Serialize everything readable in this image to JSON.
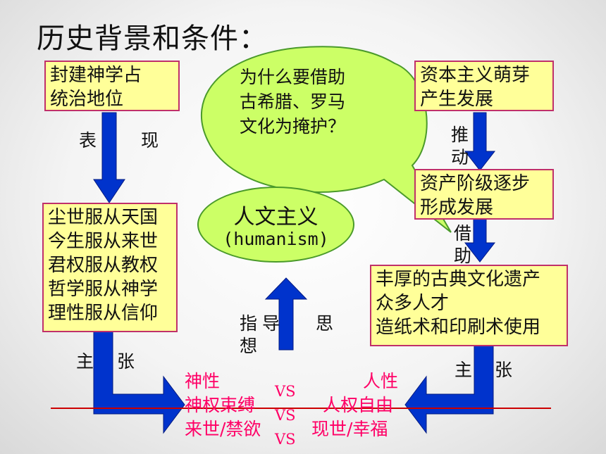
{
  "title": "历史背景和条件：",
  "left": {
    "top_box": [
      "封建神学占",
      "统治地位"
    ],
    "arrow_label_a": "表",
    "arrow_label_b": "现",
    "main_box": [
      "尘世服从天国",
      "今生服从来世",
      "君权服从教权",
      "哲学服从神学",
      "理性服从信仰"
    ],
    "arrow_label_c": "主",
    "arrow_label_d": "张"
  },
  "right": {
    "top_box": [
      "资本主义萌芽",
      "产生发展"
    ],
    "push_label": [
      "推",
      "动"
    ],
    "mid_box": [
      "资产阶级逐步",
      "形成发展"
    ],
    "borrow_label": [
      "借",
      "助"
    ],
    "main_box": [
      "丰厚的古典文化遗产",
      "众多人才",
      "造纸术和印刷术使用"
    ],
    "arrow_label_c": "主",
    "arrow_label_d": "张"
  },
  "bubble": [
    "为什么要借助",
    "古希腊、罗马",
    "文化为掩护？"
  ],
  "center": {
    "title": "人文主义",
    "subtitle": "(humanism)",
    "guide_label_a": "指",
    "guide_label_b": "导",
    "guide_label_c": "思",
    "guide_label_d": "想"
  },
  "contrast": {
    "left": [
      "神性",
      "神权束缚",
      "来世/禁欲"
    ],
    "right": [
      "人性",
      "人权自由",
      "现世/幸福"
    ],
    "vs": [
      "VS",
      "VS",
      "VS"
    ]
  },
  "colors": {
    "box_fill": "#ffff99",
    "box_border": "#c0306a",
    "arrow_blue": "#0033cc",
    "ellipse_fill": "#ccff66",
    "ellipse_border": "#4a9a2a",
    "emphasis": "#ff0066",
    "baseline": "#cc0000"
  }
}
